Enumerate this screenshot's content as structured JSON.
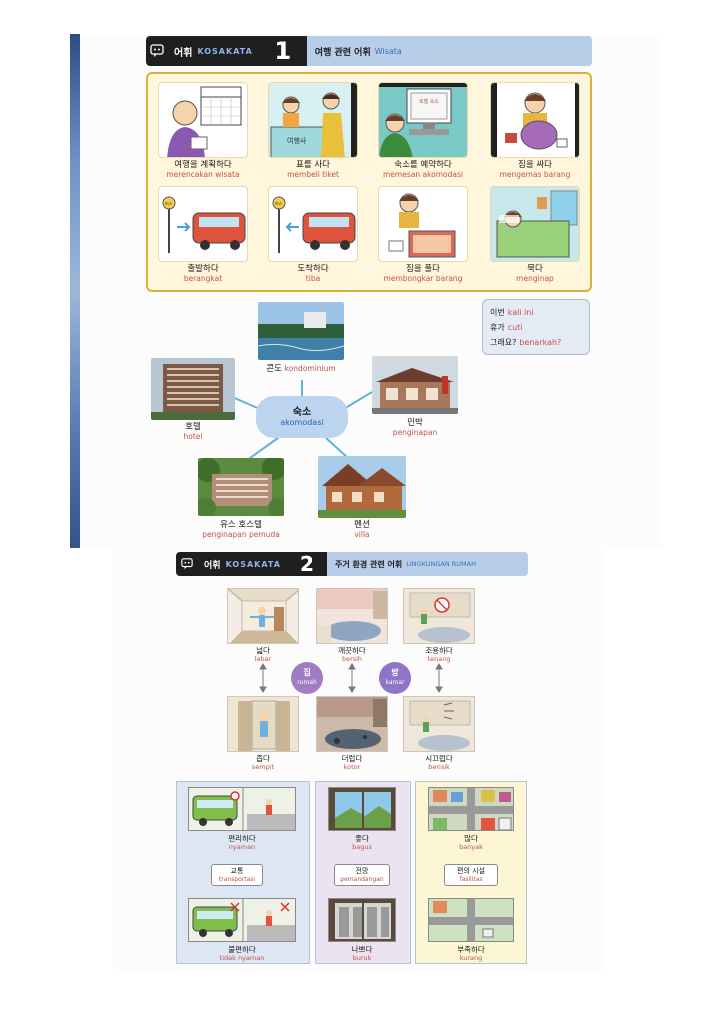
{
  "section1": {
    "header": {
      "badge_ko": "어휘",
      "badge_en": "KOSAKATA",
      "number": "1",
      "title_ko": "여행 관련 어휘",
      "title_id": "Wisata"
    },
    "cards": [
      {
        "ko": "여행을 계획하다",
        "id": "merencakan wisata"
      },
      {
        "ko": "표를 사다",
        "id": "membeli tiket"
      },
      {
        "ko": "숙소를 예약하다",
        "id": "memesan akomodasi"
      },
      {
        "ko": "짐을 싸다",
        "id": "mengemas barang"
      },
      {
        "ko": "출발하다",
        "id": "berangkat"
      },
      {
        "ko": "도착하다",
        "id": "tiba"
      },
      {
        "ko": "짐을 풀다",
        "id": "membongkar barang"
      },
      {
        "ko": "묵다",
        "id": "menginap"
      }
    ],
    "note": [
      {
        "ko": "이번",
        "id": "kali ini"
      },
      {
        "ko": "휴가",
        "id": "cuti"
      },
      {
        "ko": "그래요?",
        "id": "benarkah?"
      }
    ],
    "mindmap": {
      "center": {
        "ko": "숙소",
        "id": "akomodasi"
      },
      "condo": {
        "ko": "콘도",
        "id": "kondominium"
      },
      "hotel": {
        "ko": "호텔",
        "id": "hotel"
      },
      "minbak": {
        "ko": "민박",
        "id": "penginapan"
      },
      "hostel": {
        "ko": "유스 호스텔",
        "id": "penginapan pemuda"
      },
      "pension": {
        "ko": "펜션",
        "id": "villa"
      }
    },
    "sign_text": "여행사",
    "bus_stop": "버스"
  },
  "section2": {
    "header": {
      "badge_ko": "어휘",
      "badge_en": "KOSAKATA",
      "number": "2",
      "title_ko": "주거 환경 관련 어휘",
      "title_id": "LINGKUNGAN RUMAH"
    },
    "rooms_top": [
      {
        "ko": "넓다",
        "id": "lebar"
      },
      {
        "ko": "깨끗하다",
        "id": "bersih"
      },
      {
        "ko": "조용하다",
        "id": "tenang"
      }
    ],
    "rooms_bottom": [
      {
        "ko": "좁다",
        "id": "sempit"
      },
      {
        "ko": "더럽다",
        "id": "kotor"
      },
      {
        "ko": "시끄럽다",
        "id": "berisik"
      }
    ],
    "circles": [
      {
        "ko": "집",
        "id": "rumah"
      },
      {
        "ko": "방",
        "id": "kamar"
      }
    ],
    "panels": [
      {
        "top": {
          "ko": "편리하다",
          "id": "nyaman"
        },
        "mid": {
          "ko": "교통",
          "id": "transportasi"
        },
        "bottom": {
          "ko": "불편하다",
          "id": "tidak nyaman"
        }
      },
      {
        "top": {
          "ko": "좋다",
          "id": "bagus"
        },
        "mid": {
          "ko": "전망",
          "id": "pemandangan"
        },
        "bottom": {
          "ko": "나쁘다",
          "id": "buruk"
        }
      },
      {
        "top": {
          "ko": "많다",
          "id": "banyak"
        },
        "mid": {
          "ko": "편의 시설",
          "id": "fasilitas"
        },
        "bottom": {
          "ko": "부족하다",
          "id": "kurang"
        }
      }
    ]
  },
  "colors": {
    "accent_blue": "#b7cde8",
    "label_red": "#c0534a",
    "border_gold": "#d9b13a",
    "circle_purple": "#a07cc5",
    "circle_violet": "#8f74c7"
  }
}
